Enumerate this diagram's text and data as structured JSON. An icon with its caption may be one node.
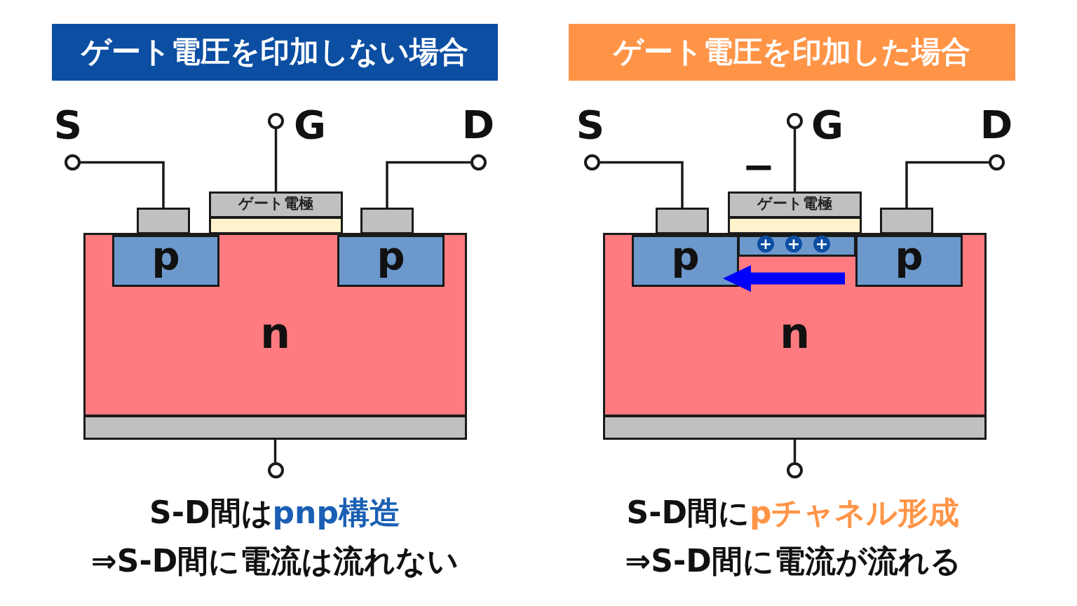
{
  "diagram": {
    "nodes": [
      {
        "text": [
          "ゲート電圧を印加しない場合"
        ]
      },
      {
        "text": [],
        "shape": "circle",
        "beside": [
          "S"
        ]
      },
      {
        "text": [],
        "shape": "circle",
        "beside": [
          "G"
        ]
      },
      {
        "text": [],
        "shape": "circle",
        "beside": [
          "D"
        ]
      },
      {
        "text": [],
        "shape": "box"
      },
      {
        "text": [
          "ゲート電極"
        ]
      },
      {
        "text": [],
        "shape": "box"
      },
      {
        "text": [],
        "shape": "bar"
      },
      {
        "text": [
          "n"
        ]
      },
      {
        "text": [
          "p"
        ],
        "in": 8
      },
      {
        "text": [
          "p"
        ],
        "in": 8
      },
      {
        "text": [],
        "shape": "bar"
      },
      {
        "text": [],
        "shape": "circle"
      },
      {
        "text": [
          "ゲート電圧を印加した場合"
        ]
      },
      {
        "text": [],
        "shape": "circle",
        "beside": [
          "S"
        ]
      },
      {
        "text": [],
        "shape": "circle",
        "beside": [
          "G"
        ]
      },
      {
        "text": [],
        "shape": "circle",
        "beside": [
          "D"
        ]
      },
      {
        "text": [],
        "shape": "box"
      },
      {
        "text": [
          "ゲート電極"
        ]
      },
      {
        "text": [],
        "shape": "box"
      },
      {
        "text": [],
        "shape": "bar"
      },
      {
        "text": [
          "n"
        ]
      },
      {
        "text": [
          "p"
        ],
        "in": 21
      },
      {
        "text": [],
        "shape": "bar",
        "in": 21
      },
      {
        "text": [
          "p"
        ],
        "in": 21
      },
      {
        "text": [],
        "shape": "bar"
      },
      {
        "text": [],
        "shape": "circle"
      }
    ],
    "edges": [
      {
        "from": 1,
        "to": 4,
        "arrow": "none"
      },
      {
        "from": 2,
        "to": 5,
        "arrow": "none"
      },
      {
        "from": 3,
        "to": 6,
        "arrow": "none"
      },
      {
        "from": 11,
        "to": 12,
        "arrow": "none"
      },
      {
        "from": 14,
        "to": 17,
        "arrow": "none"
      },
      {
        "from": 15,
        "to": 18,
        "arrow": "none"
      },
      {
        "from": 16,
        "to": 19,
        "arrow": "none"
      },
      {
        "from": 25,
        "to": 26,
        "arrow": "none"
      },
      {
        "from": 24,
        "to": 22,
        "arrow": "to",
        "style": "thick",
        "color": "#0000ff"
      }
    ],
    "labels": [
      "S-D間は",
      "pnp構造",
      "⇒S-D間に電流は流れない",
      "−",
      "+",
      "+",
      "+",
      "S-D間に",
      "pチャネル形成",
      "⇒S-D間に電流が流れる"
    ]
  }
}
